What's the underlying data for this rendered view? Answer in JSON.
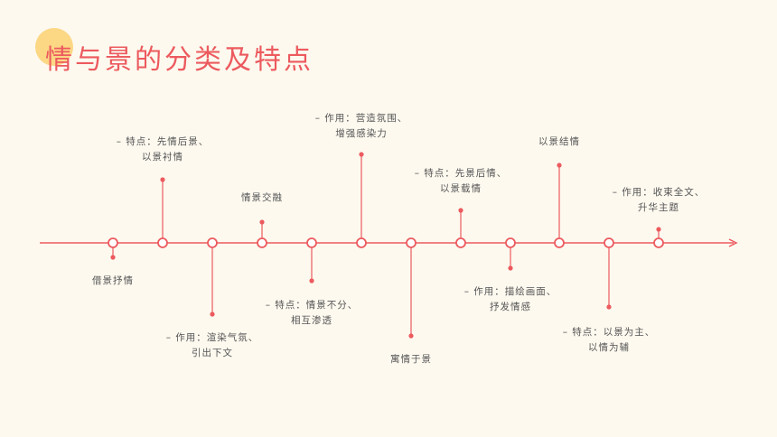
{
  "title": "情与景的分类及特点",
  "colors": {
    "accent": "#ec5a5e",
    "decor": "#fcd784",
    "background": "#fdf9ef",
    "text": "#555555"
  },
  "labels": {
    "l0": "借景抒情",
    "l1a": "– 特点：先情后景、",
    "l1b": "以景衬情",
    "l2a": "– 作用：渲染气氛、",
    "l2b": "引出下文",
    "l3": "情景交融",
    "l4a": "– 特点：情景不分、",
    "l4b": "相互渗透",
    "l5a": "– 作用：营造氛围、",
    "l5b": "增强感染力",
    "l6": "寓情于景",
    "l7a": "– 特点：先景后情、",
    "l7b": "以景载情",
    "l8a": "– 作用：描绘画面、",
    "l8b": "抒发情感",
    "l9": "以景结情",
    "l10a": "– 特点：以景为主、",
    "l10b": "以情为辅",
    "l11a": "– 作用：收束全文、",
    "l11b": "升华主题"
  }
}
